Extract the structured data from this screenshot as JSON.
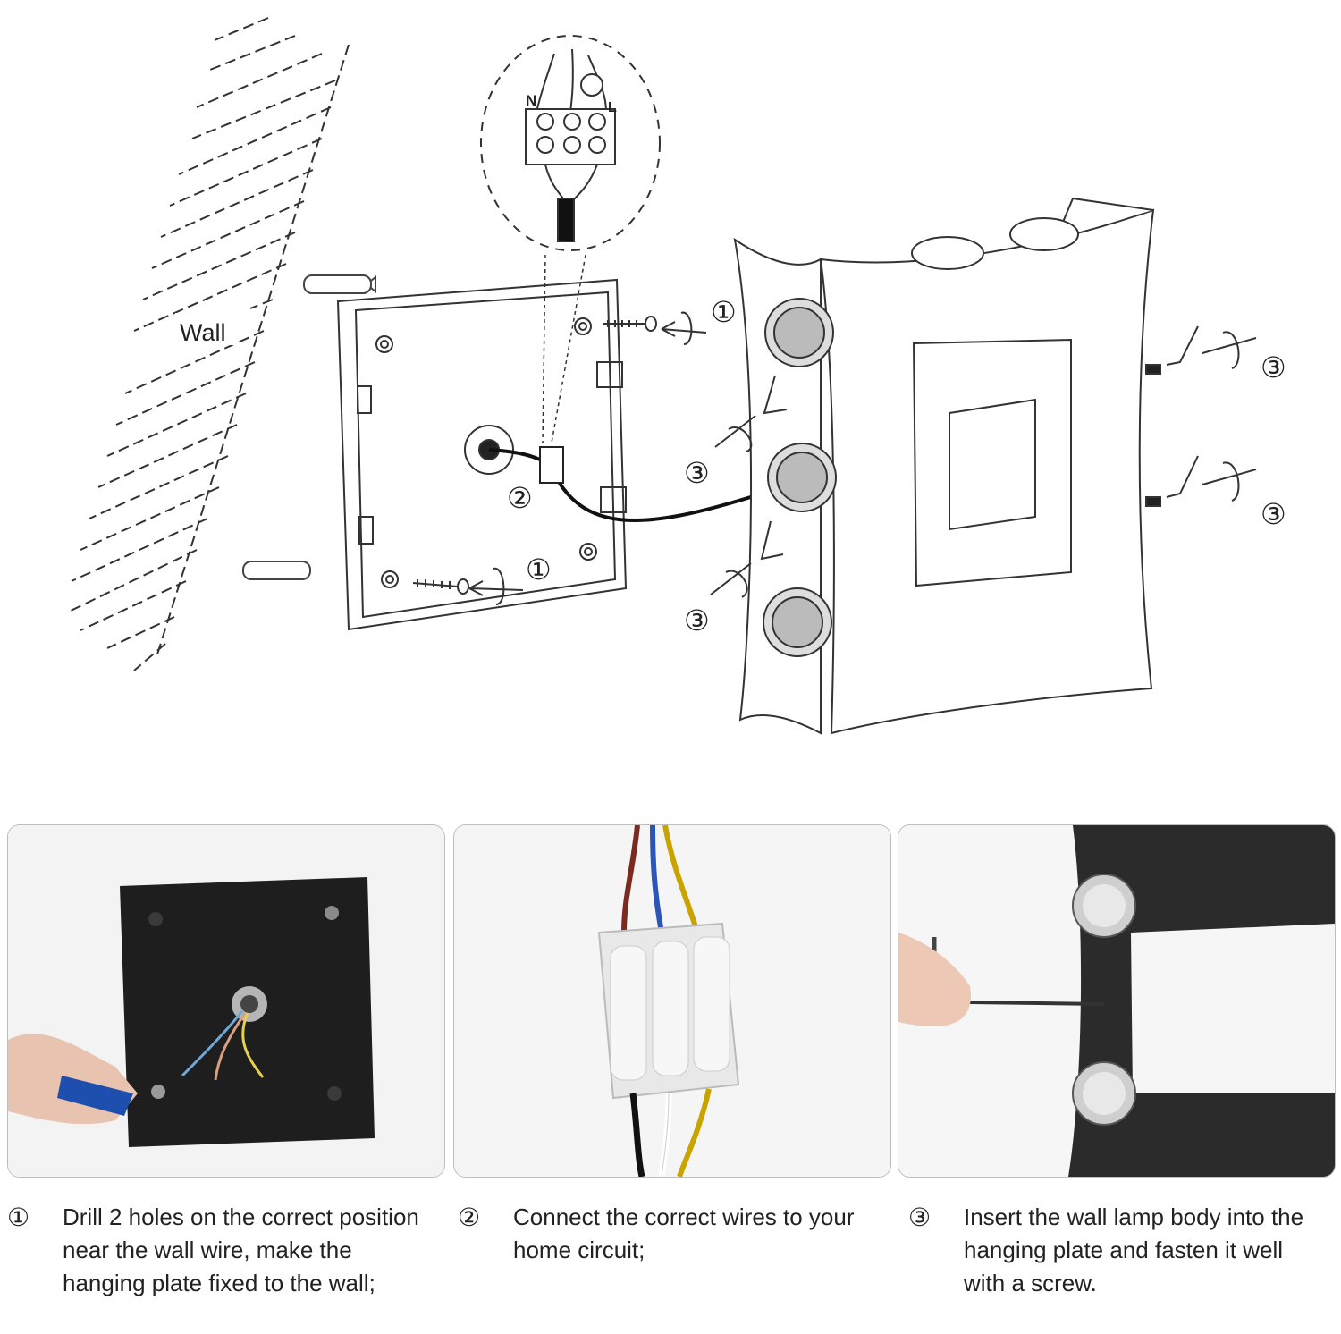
{
  "diagram": {
    "wall_label": "Wall",
    "terminal_labels": {
      "neutral": "N",
      "live": "L"
    },
    "markers": [
      "①",
      "②",
      "③"
    ]
  },
  "steps": [
    {
      "num": "①",
      "text": "Drill 2 holes on the correct position near the wall wire, make the hanging plate fixed to the wall;"
    },
    {
      "num": "②",
      "text": "Connect the correct wires to your home circuit;"
    },
    {
      "num": "③",
      "text": "Insert the wall lamp body into the hanging plate and fasten it well with a screw."
    }
  ],
  "colors": {
    "lamp_body": "#2b2b2b",
    "plate": "#1e1e1e",
    "wire_brown": "#7a2a1f",
    "wire_blue": "#2c55b8",
    "wire_yellow_green": "#c9a400",
    "connector": "#e8e8e8"
  }
}
